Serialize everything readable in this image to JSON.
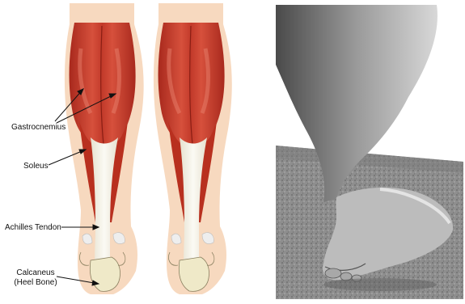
{
  "labels": {
    "gastrocnemius": "Gastrocnemius",
    "soleus": "Soleus",
    "achilles_tendon": "Achilles Tendon",
    "calcaneus_line1": "Calcaneus",
    "calcaneus_line2": "(Heel Bone)"
  },
  "colors": {
    "skin": "#f7d9bf",
    "muscle": "#c8392a",
    "muscle_dark": "#9e2419",
    "tendon": "#f2efe3",
    "bone": "#efe9c8",
    "photo_ground": "#8c8c8c"
  }
}
